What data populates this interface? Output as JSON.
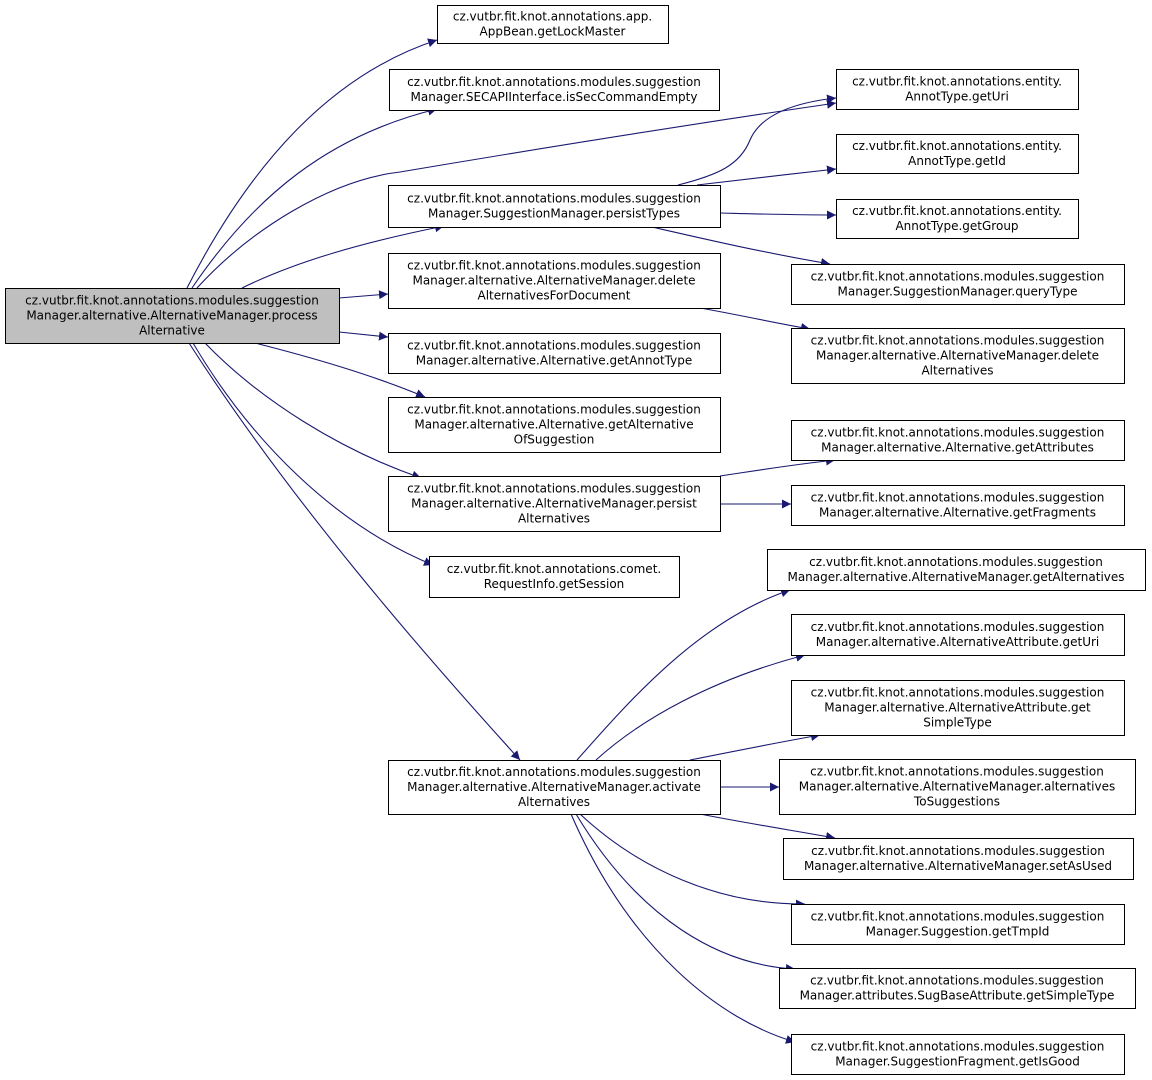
{
  "colors": {
    "edge": "#191970",
    "node_border": "#000000",
    "node_fill": "#ffffff",
    "root_fill": "#bfbfbf"
  },
  "nodes": [
    {
      "id": "root",
      "lines": [
        "cz.vutbr.fit.knot.annotations.modules.suggestion",
        "Manager.alternative.AlternativeManager.process",
        "Alternative"
      ],
      "is_root": true
    },
    {
      "id": "n1",
      "lines": [
        "cz.vutbr.fit.knot.annotations.app.",
        "AppBean.getLockMaster"
      ]
    },
    {
      "id": "n2",
      "lines": [
        "cz.vutbr.fit.knot.annotations.modules.suggestion",
        "Manager.SECAPIInterface.isSecCommandEmpty"
      ]
    },
    {
      "id": "n3",
      "lines": [
        "cz.vutbr.fit.knot.annotations.entity.",
        "AnnotType.getUri"
      ]
    },
    {
      "id": "n4",
      "lines": [
        "cz.vutbr.fit.knot.annotations.modules.suggestion",
        "Manager.SuggestionManager.persistTypes"
      ]
    },
    {
      "id": "n5",
      "lines": [
        "cz.vutbr.fit.knot.annotations.entity.",
        "AnnotType.getId"
      ]
    },
    {
      "id": "n6",
      "lines": [
        "cz.vutbr.fit.knot.annotations.entity.",
        "AnnotType.getGroup"
      ]
    },
    {
      "id": "n7",
      "lines": [
        "cz.vutbr.fit.knot.annotations.modules.suggestion",
        "Manager.SuggestionManager.queryType"
      ]
    },
    {
      "id": "n8",
      "lines": [
        "cz.vutbr.fit.knot.annotations.modules.suggestion",
        "Manager.alternative.AlternativeManager.delete",
        "AlternativesForDocument"
      ]
    },
    {
      "id": "n9",
      "lines": [
        "cz.vutbr.fit.knot.annotations.modules.suggestion",
        "Manager.alternative.AlternativeManager.delete",
        "Alternatives"
      ]
    },
    {
      "id": "n10",
      "lines": [
        "cz.vutbr.fit.knot.annotations.modules.suggestion",
        "Manager.alternative.Alternative.getAnnotType"
      ]
    },
    {
      "id": "n11",
      "lines": [
        "cz.vutbr.fit.knot.annotations.modules.suggestion",
        "Manager.alternative.Alternative.getAlternative",
        "OfSuggestion"
      ]
    },
    {
      "id": "n12",
      "lines": [
        "cz.vutbr.fit.knot.annotations.modules.suggestion",
        "Manager.alternative.Alternative.getAttributes"
      ]
    },
    {
      "id": "n13",
      "lines": [
        "cz.vutbr.fit.knot.annotations.modules.suggestion",
        "Manager.alternative.AlternativeManager.persist",
        "Alternatives"
      ]
    },
    {
      "id": "n14",
      "lines": [
        "cz.vutbr.fit.knot.annotations.modules.suggestion",
        "Manager.alternative.Alternative.getFragments"
      ]
    },
    {
      "id": "n15",
      "lines": [
        "cz.vutbr.fit.knot.annotations.comet.",
        "RequestInfo.getSession"
      ]
    },
    {
      "id": "n16",
      "lines": [
        "cz.vutbr.fit.knot.annotations.modules.suggestion",
        "Manager.alternative.AlternativeManager.getAlternatives"
      ]
    },
    {
      "id": "n17",
      "lines": [
        "cz.vutbr.fit.knot.annotations.modules.suggestion",
        "Manager.alternative.AlternativeAttribute.getUri"
      ]
    },
    {
      "id": "n18",
      "lines": [
        "cz.vutbr.fit.knot.annotations.modules.suggestion",
        "Manager.alternative.AlternativeAttribute.get",
        "SimpleType"
      ]
    },
    {
      "id": "n19",
      "lines": [
        "cz.vutbr.fit.knot.annotations.modules.suggestion",
        "Manager.alternative.AlternativeManager.activate",
        "Alternatives"
      ]
    },
    {
      "id": "n20",
      "lines": [
        "cz.vutbr.fit.knot.annotations.modules.suggestion",
        "Manager.alternative.AlternativeManager.alternatives",
        "ToSuggestions"
      ]
    },
    {
      "id": "n21",
      "lines": [
        "cz.vutbr.fit.knot.annotations.modules.suggestion",
        "Manager.alternative.AlternativeManager.setAsUsed"
      ]
    },
    {
      "id": "n22",
      "lines": [
        "cz.vutbr.fit.knot.annotations.modules.suggestion",
        "Manager.Suggestion.getTmpId"
      ]
    },
    {
      "id": "n23",
      "lines": [
        "cz.vutbr.fit.knot.annotations.modules.suggestion",
        "Manager.attributes.SugBaseAttribute.getSimpleType"
      ]
    },
    {
      "id": "n24",
      "lines": [
        "cz.vutbr.fit.knot.annotations.modules.suggestion",
        "Manager.SuggestionFragment.getIsGood"
      ]
    }
  ],
  "edges": [
    {
      "from": "root",
      "to": "n1"
    },
    {
      "from": "root",
      "to": "n2"
    },
    {
      "from": "root",
      "to": "n3"
    },
    {
      "from": "root",
      "to": "n4"
    },
    {
      "from": "root",
      "to": "n8"
    },
    {
      "from": "root",
      "to": "n10"
    },
    {
      "from": "root",
      "to": "n11"
    },
    {
      "from": "root",
      "to": "n13"
    },
    {
      "from": "root",
      "to": "n15"
    },
    {
      "from": "root",
      "to": "n19"
    },
    {
      "from": "n4",
      "to": "n3"
    },
    {
      "from": "n4",
      "to": "n5"
    },
    {
      "from": "n4",
      "to": "n6"
    },
    {
      "from": "n4",
      "to": "n7"
    },
    {
      "from": "n8",
      "to": "n9"
    },
    {
      "from": "n13",
      "to": "n12"
    },
    {
      "from": "n13",
      "to": "n14"
    },
    {
      "from": "n19",
      "to": "n16"
    },
    {
      "from": "n19",
      "to": "n17"
    },
    {
      "from": "n19",
      "to": "n18"
    },
    {
      "from": "n19",
      "to": "n20"
    },
    {
      "from": "n19",
      "to": "n21"
    },
    {
      "from": "n19",
      "to": "n22"
    },
    {
      "from": "n19",
      "to": "n23"
    },
    {
      "from": "n19",
      "to": "n24"
    }
  ]
}
